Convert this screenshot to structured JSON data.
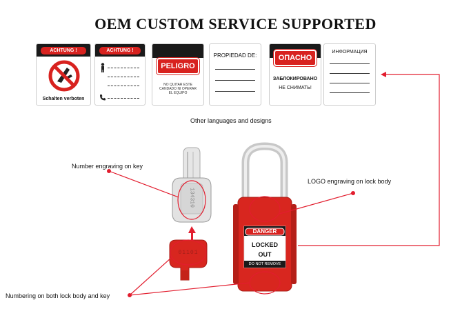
{
  "title": "OEM CUSTOM SERVICE SUPPORTED",
  "cards": {
    "achtung1": {
      "badge": "ACHTUNG !",
      "footer": "Schalten verboten"
    },
    "achtung2": {
      "badge": "ACHTUNG !"
    },
    "peligro": {
      "badge": "PELIGRO",
      "text": "NO QUITAR ESTE CANDADO NI OPERAR EL EQUIPO"
    },
    "propiedad": {
      "label": "PROPIEDAD DE:"
    },
    "opasno": {
      "badge": "ОПАСНО",
      "line1": "ЗАБЛОКИРОВАНО",
      "line2": "НЕ СНИМАТЬ!"
    },
    "info": {
      "label": "ИНФОРМАЦИЯ"
    }
  },
  "captions": {
    "other_languages": "Other languages and designs",
    "number_key": "Number engraving on key",
    "logo_lock": "LOGO engraving  on lock body",
    "numbering_both": "Numbering on both lock body and key"
  },
  "lock_label": {
    "badge": "DANGER",
    "line1": "LOCKED",
    "line2": "OUT",
    "footer": "DO NOT REMOVE"
  },
  "engraving": {
    "key_number": "134310",
    "tag_number": "01101"
  },
  "colors": {
    "accent_red": "#e21d2e",
    "lock_red": "#d8261f",
    "card_badge_red": "#d8221f"
  }
}
